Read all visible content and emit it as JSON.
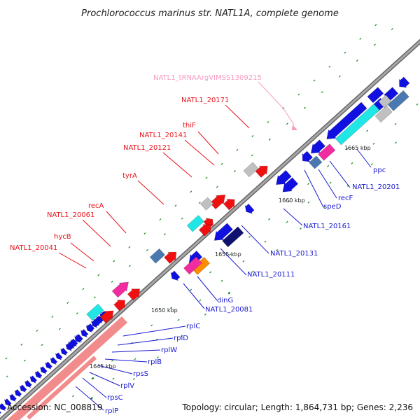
{
  "title": "Prochlorococcus marinus str. NATL1A, complete genome",
  "footer": {
    "accession": "Accession: NC_008819",
    "summary": "Topology: circular; Length: 1,864,731 bp; Genes: 2,236"
  },
  "scale_ticks": [
    "1645 kbp",
    "1650 kbp",
    "1655 kbp",
    "1660 kbp",
    "1665 kbp"
  ],
  "gene_labels": {
    "trna": "NATL1_tRNAArgVIMSS1309215",
    "g20171": "NATL1_20171",
    "thiF": "thiF",
    "g20141": "NATL1_20141",
    "g20121": "NATL1_20121",
    "tyrA": "tyrA",
    "recA": "recA",
    "g20061": "NATL1_20061",
    "hycB": "hycB",
    "g20041": "NATL1_20041",
    "ppc": "ppc",
    "g20201": "NATL1_20201",
    "recF": "recF",
    "speD": "speD",
    "g20161": "NATL1_20161",
    "g20131": "NATL1_20131",
    "g20111": "NATL1_20111",
    "dinG": "dinG",
    "g20081": "NATL1_20081",
    "rplC": "rplC",
    "rplD": "rplD",
    "rplW": "rplW",
    "rplB": "rplB",
    "rpsS": "rpsS",
    "rplV": "rplV",
    "rpsC": "rpsC",
    "rplP": "rplP"
  },
  "colors": {
    "forward_label": "#e8141c",
    "reverse_label": "#1a1ad0",
    "trna_label": "#f59ac0",
    "cds_blue": "#1010e0",
    "cds_red": "#f01010",
    "cds_cyan": "#20e6e6",
    "cds_magenta": "#f02ca0",
    "cds_steel": "#4a78b0",
    "cds_navy": "#101070",
    "cds_gray": "#c0c0c0",
    "cds_orange": "#ff8c00",
    "cds_salmon": "#f28c8c",
    "backbone": "#808080",
    "gc_tick": "#1a8a1a"
  }
}
